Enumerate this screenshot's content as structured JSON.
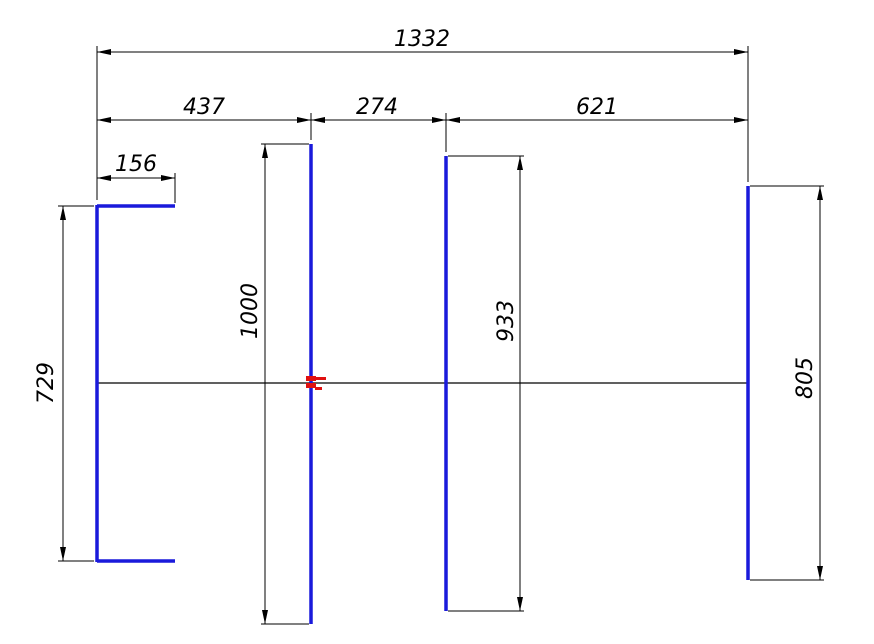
{
  "colors": {
    "element": "#1a1adb",
    "dimension": "#000000",
    "feed_marker": "#e01010",
    "background": "#ffffff"
  },
  "dimensions": {
    "overall_length": "1332",
    "spacing_reflector_dipole": "437",
    "spacing_dipole_director1": "274",
    "spacing_director1_director2": "621",
    "reflector_arm": "156",
    "reflector_height": "729",
    "dipole_length": "1000",
    "director1_length": "933",
    "director2_length": "805"
  },
  "icons": {
    "feed_point": "feed-point-marker-icon"
  }
}
